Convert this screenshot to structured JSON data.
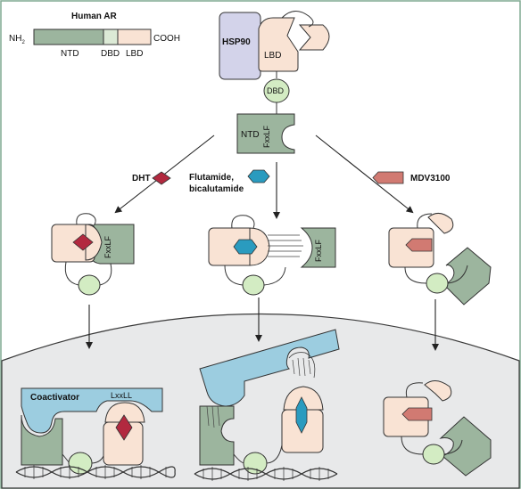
{
  "colors": {
    "border": "#7fa890",
    "ntd_green": "#9cb59e",
    "dbd_light": "#dcead6",
    "lbd_peach": "#f9e3d4",
    "hsp_lavender": "#d3d3ea",
    "dht_red": "#b2293f",
    "antiandrogen_blue": "#2a9bbf",
    "mdv_salmon": "#d17a72",
    "coactivator_blue": "#9ccde0",
    "nucleus_gray": "#e8e9ea",
    "ball_green": "#d3ecc3"
  },
  "ar_domain": {
    "title": "Human AR",
    "n_terminus": "NH",
    "n_subscript": "2",
    "c_terminus": "COOH",
    "domains": [
      "NTD",
      "DBD",
      "LBD"
    ]
  },
  "complex": {
    "hsp90": "HSP90",
    "lbd": "LBD",
    "dbd": "DBD",
    "ntd": "NTD",
    "motif": "FxxLF"
  },
  "ligands": {
    "dht": "DHT",
    "antiandrogen_line1": "Flutamide,",
    "antiandrogen_line2": "bicalutamide",
    "mdv": "MDV3100"
  },
  "nucleus": {
    "coactivator": "Coactivator",
    "coactivator_motif": "LxxLL"
  }
}
